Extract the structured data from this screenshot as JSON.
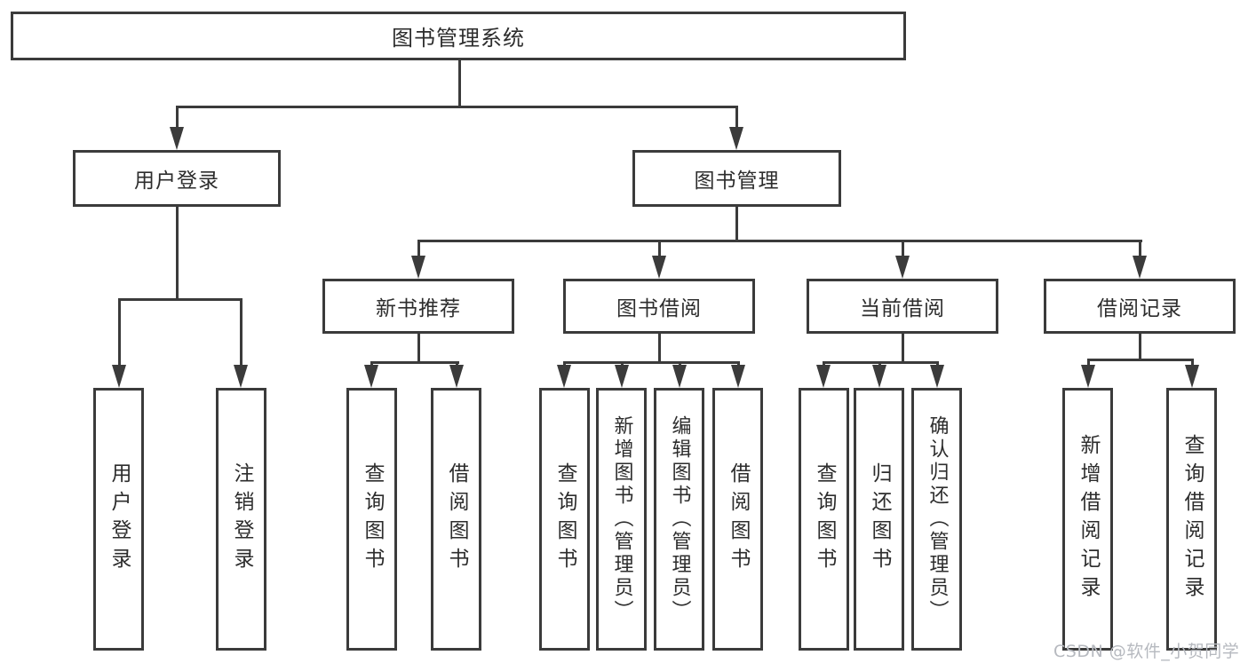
{
  "diagram": {
    "root": {
      "label": "图书管理系统"
    },
    "level2": [
      {
        "label": "用户登录"
      },
      {
        "label": "图书管理"
      }
    ],
    "level3": [
      {
        "label": "新书推荐"
      },
      {
        "label": "图书借阅"
      },
      {
        "label": "当前借阅"
      },
      {
        "label": "借阅记录"
      }
    ],
    "leaves": [
      {
        "label": "用户登录"
      },
      {
        "label": "注销登录"
      },
      {
        "label": "查询图书"
      },
      {
        "label": "借阅图书"
      },
      {
        "label": "查询图书"
      },
      {
        "label": "新增图书（管理员）"
      },
      {
        "label": "编辑图书（管理员）"
      },
      {
        "label": "借阅图书"
      },
      {
        "label": "查询图书"
      },
      {
        "label": "归还图书"
      },
      {
        "label": "确认归还（管理员）"
      },
      {
        "label": "新增借阅记录"
      },
      {
        "label": "查询借阅记录"
      }
    ]
  },
  "watermark": {
    "text": "CSDN @软件_小贺同学",
    "color": "#b6b9bf"
  },
  "colors": {
    "line": "#3b3b3b",
    "text": "#2d2d2d",
    "background": "#ffffff"
  }
}
